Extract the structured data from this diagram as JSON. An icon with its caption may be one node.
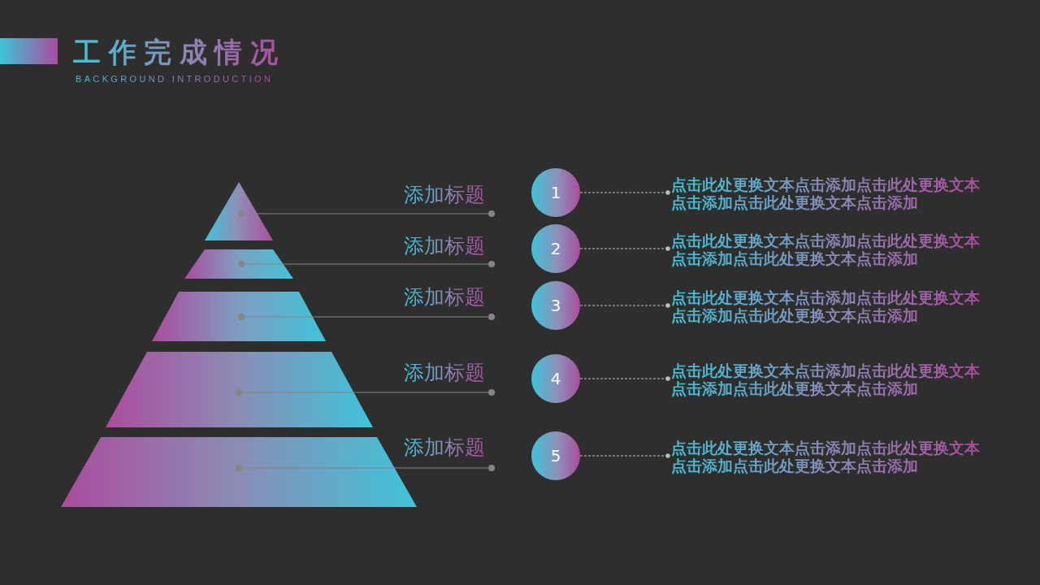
{
  "diagram": {
    "title": "工作完成情况",
    "nodes": [
      {
        "text": [],
        "shape": "triangle"
      },
      {
        "text": [
          "添加标题"
        ]
      },
      {
        "text": [
          "1"
        ]
      },
      {
        "text": [
          "点击此处更换文本点击添加点击此处更换文本点击添加点击此处更换文本点击添加"
        ]
      },
      {
        "text": [],
        "shape": "trapezoid"
      },
      {
        "text": [
          "添加标题"
        ]
      },
      {
        "text": [
          "2"
        ]
      },
      {
        "text": [
          "点击此处更换文本点击添加点击此处更换文本点击添加点击此处更换文本点击添加"
        ]
      },
      {
        "text": [],
        "shape": "trapezoid"
      },
      {
        "text": [
          "添加标题"
        ]
      },
      {
        "text": [
          "3"
        ]
      },
      {
        "text": [
          "点击此处更换文本点击添加点击此处更换文本点击添加点击此处更换文本点击添加"
        ]
      },
      {
        "text": [],
        "shape": "trapezoid"
      },
      {
        "text": [
          "添加标题"
        ]
      },
      {
        "text": [
          "4"
        ]
      },
      {
        "text": [
          "点击此处更换文本点击添加点击此处更换文本点击添加点击此处更换文本点击添加"
        ]
      },
      {
        "text": [],
        "shape": "trapezoid"
      },
      {
        "text": [
          "添加标题"
        ]
      },
      {
        "text": [
          "5"
        ]
      },
      {
        "text": [
          "点击此处更换文本点击添加点击此处更换文本点击添加点击此处更换文本点击添加"
        ]
      }
    ],
    "edges": [
      {
        "from": 1,
        "to": 0,
        "arrow": "other"
      },
      {
        "from": 2,
        "to": 3,
        "arrow": "other",
        "style": "dashed",
        "color": "#bdbdbd"
      },
      {
        "from": 5,
        "to": 4,
        "arrow": "other"
      },
      {
        "from": 6,
        "to": 7,
        "arrow": "other",
        "style": "dashed",
        "color": "#bdbdbd"
      },
      {
        "from": 9,
        "to": 8,
        "arrow": "other"
      },
      {
        "from": 10,
        "to": 11,
        "arrow": "other",
        "style": "dashed",
        "color": "#bdbdbd"
      },
      {
        "from": 13,
        "to": 12,
        "arrow": "other"
      },
      {
        "from": 14,
        "to": 15,
        "arrow": "other",
        "style": "dashed",
        "color": "#bdbdbd"
      },
      {
        "from": 17,
        "to": 16,
        "arrow": "other"
      },
      {
        "from": 18,
        "to": 19,
        "arrow": "other",
        "style": "dashed",
        "color": "#bdbdbd"
      }
    ],
    "labels": [
      "BACKGROUND INTRODUCTION"
    ]
  }
}
